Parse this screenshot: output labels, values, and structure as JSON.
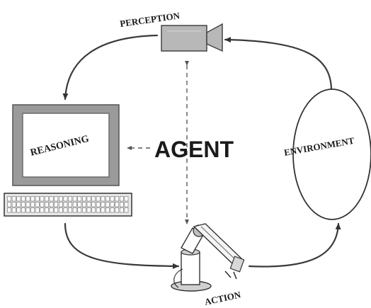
{
  "labels": {
    "perception": "PERCEPTION",
    "reasoning": "REASONING",
    "agent": "AGENT",
    "environment": "ENVIRONMENT",
    "action": "ACTION"
  },
  "icons": {
    "perception": "video-camera-icon",
    "reasoning": "computer-monitor-icon",
    "keyboard": "keyboard-icon",
    "action": "robot-arm-icon",
    "environment": "ellipse"
  },
  "colors": {
    "ink": "#1a1a1a",
    "camera_fill": "#b8b8b8",
    "monitor_bezel": "#9a9a9a",
    "paper": "#ffffff"
  }
}
